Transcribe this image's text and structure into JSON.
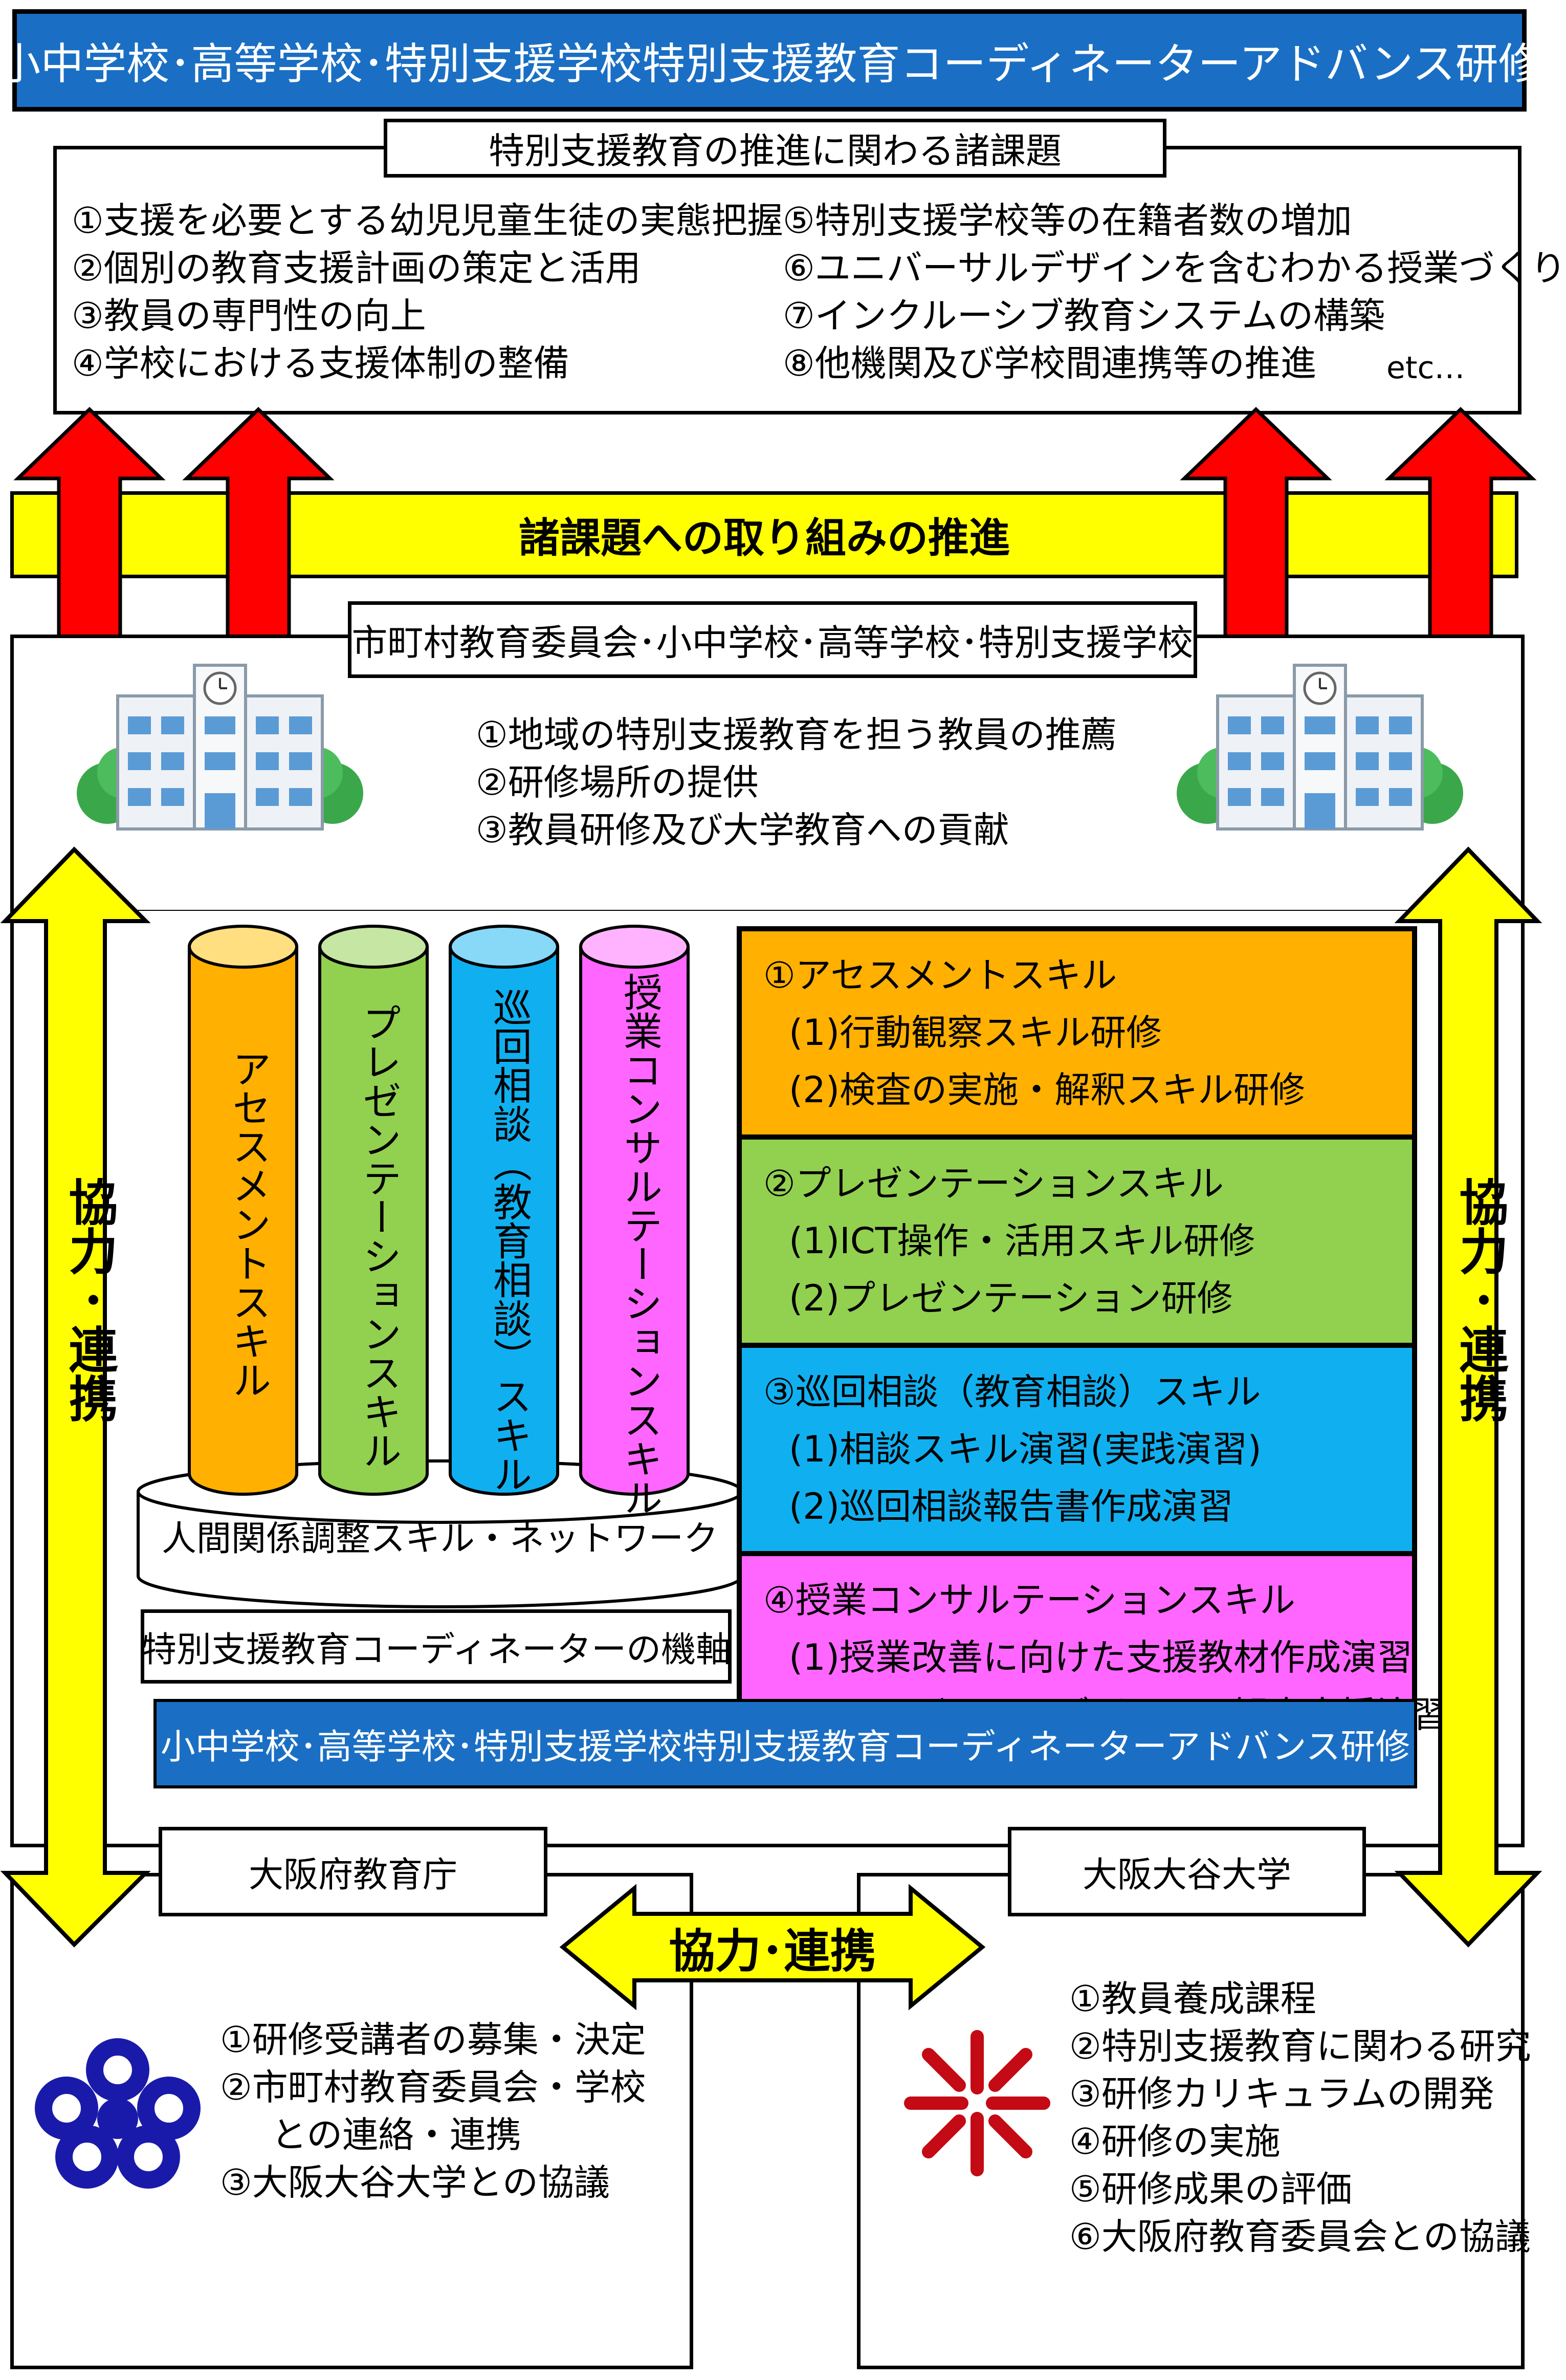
{
  "title": "小中学校･高等学校･特別支援学校特別支援教育コーディネーターアドバンス研修",
  "issues": {
    "heading": "特別支援教育の推進に関わる諸課題",
    "left": [
      "①支援を必要とする幼児児童生徒の実態把握",
      "②個別の教育支援計画の策定と活用",
      "③教員の専門性の向上",
      "④学校における支援体制の整備"
    ],
    "right": [
      "⑤特別支援学校等の在籍者数の増加",
      "⑥ユニバーサルデザインを含むわかる授業づくり",
      "⑦インクルーシブ教育システムの構築",
      "⑧他機関及び学校間連携等の推進"
    ],
    "etc": "etc…"
  },
  "promotion_banner": "諸課題への取り組みの推進",
  "schools": {
    "heading": "市町村教育委員会･小中学校･高等学校･特別支援学校",
    "items": [
      "①地域の特別支援教育を担う教員の推薦",
      "②研修場所の提供",
      "③教員研修及び大学教育への貢献"
    ]
  },
  "side_arrow_label": "協力･連携",
  "columns": [
    {
      "label": "アセスメントスキル",
      "color": "#ffb000"
    },
    {
      "label": "プレゼンテーションスキル",
      "color": "#92d050"
    },
    {
      "label": "巡回相談（教育相談）スキル",
      "color": "#10b0f0"
    },
    {
      "label": "授業コンサルテーションスキル",
      "color": "#ff66ff"
    }
  ],
  "base_label": "人間関係調整スキル・ネットワーク",
  "axis_label": "特別支援教育コーディネーターの機軸",
  "skills": [
    {
      "title": "①アセスメントスキル",
      "items": [
        "(1)行動観察スキル研修",
        "(2)検査の実施・解釈スキル研修"
      ],
      "color": "#ffb000"
    },
    {
      "title": "②プレゼンテーションスキル",
      "items": [
        "(1)ICT操作・活用スキル研修",
        "(2)プレゼンテーション研修"
      ],
      "color": "#92d050"
    },
    {
      "title": "③巡回相談（教育相談）スキル",
      "items": [
        "(1)相談スキル演習(実践演習)",
        "(2)巡回相談報告書作成演習"
      ],
      "color": "#10b0f0"
    },
    {
      "title": "④授業コンサルテーションスキル",
      "items": [
        "(1)授業改善に向けた支援教材作成演習",
        "(2)ユニバーサルデザインの観点支援演習"
      ],
      "color": "#ff66ff"
    }
  ],
  "bottom_banner": "小中学校･高等学校･特別支援学校特別支援教育コーディネーターアドバンス研修",
  "prefecture": {
    "heading": "大阪府教育庁",
    "items": [
      "①研修受講者の募集・決定",
      "②市町村教育委員会・学校",
      "との連絡・連携",
      "③大阪大谷大学との協議"
    ]
  },
  "center_arrow_label": "協力･連携",
  "university": {
    "heading": "大阪大谷大学",
    "items": [
      "①教員養成課程",
      "②特別支援教育に関わる研究",
      "③研修カリキュラムの開発",
      "④研修の実施",
      "⑤研修成果の評価",
      "⑥大阪府教育委員会との協議"
    ]
  }
}
